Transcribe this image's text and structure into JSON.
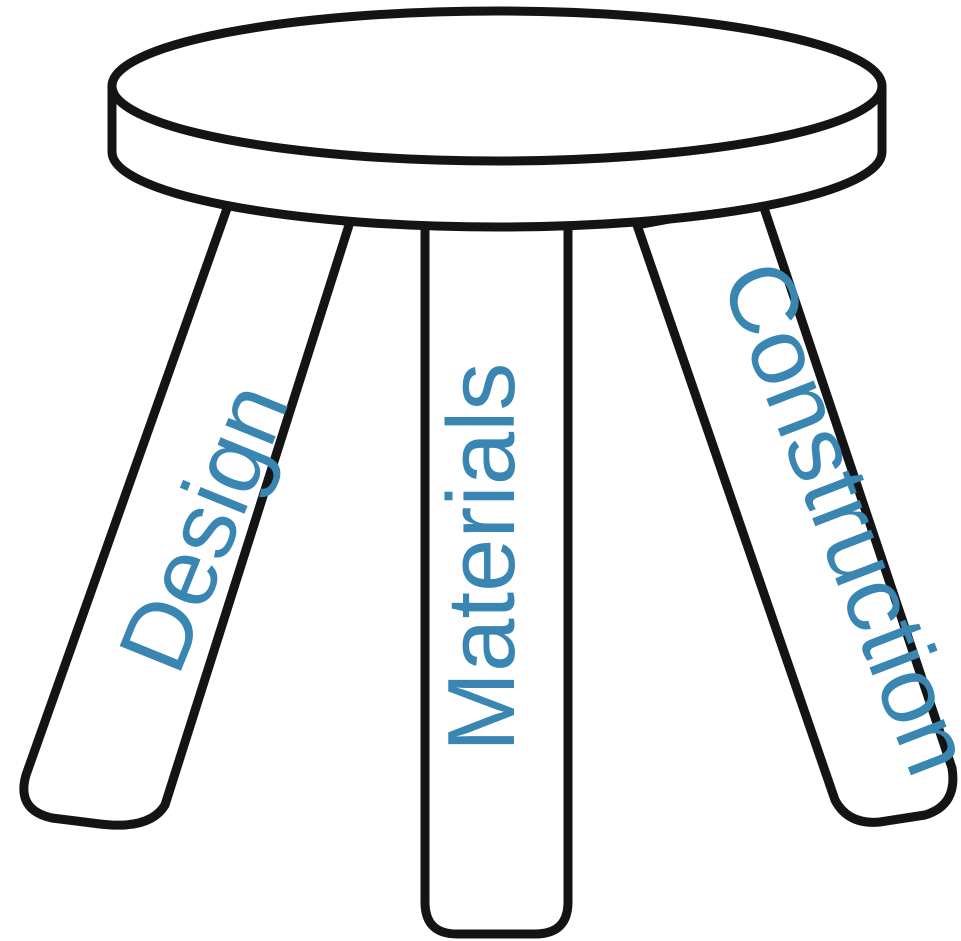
{
  "legs": {
    "left": "Design",
    "middle": "Materials",
    "right": "Construction"
  },
  "colors": {
    "label": "#3a86b3",
    "outline": "#141414",
    "background": "#ffffff"
  }
}
